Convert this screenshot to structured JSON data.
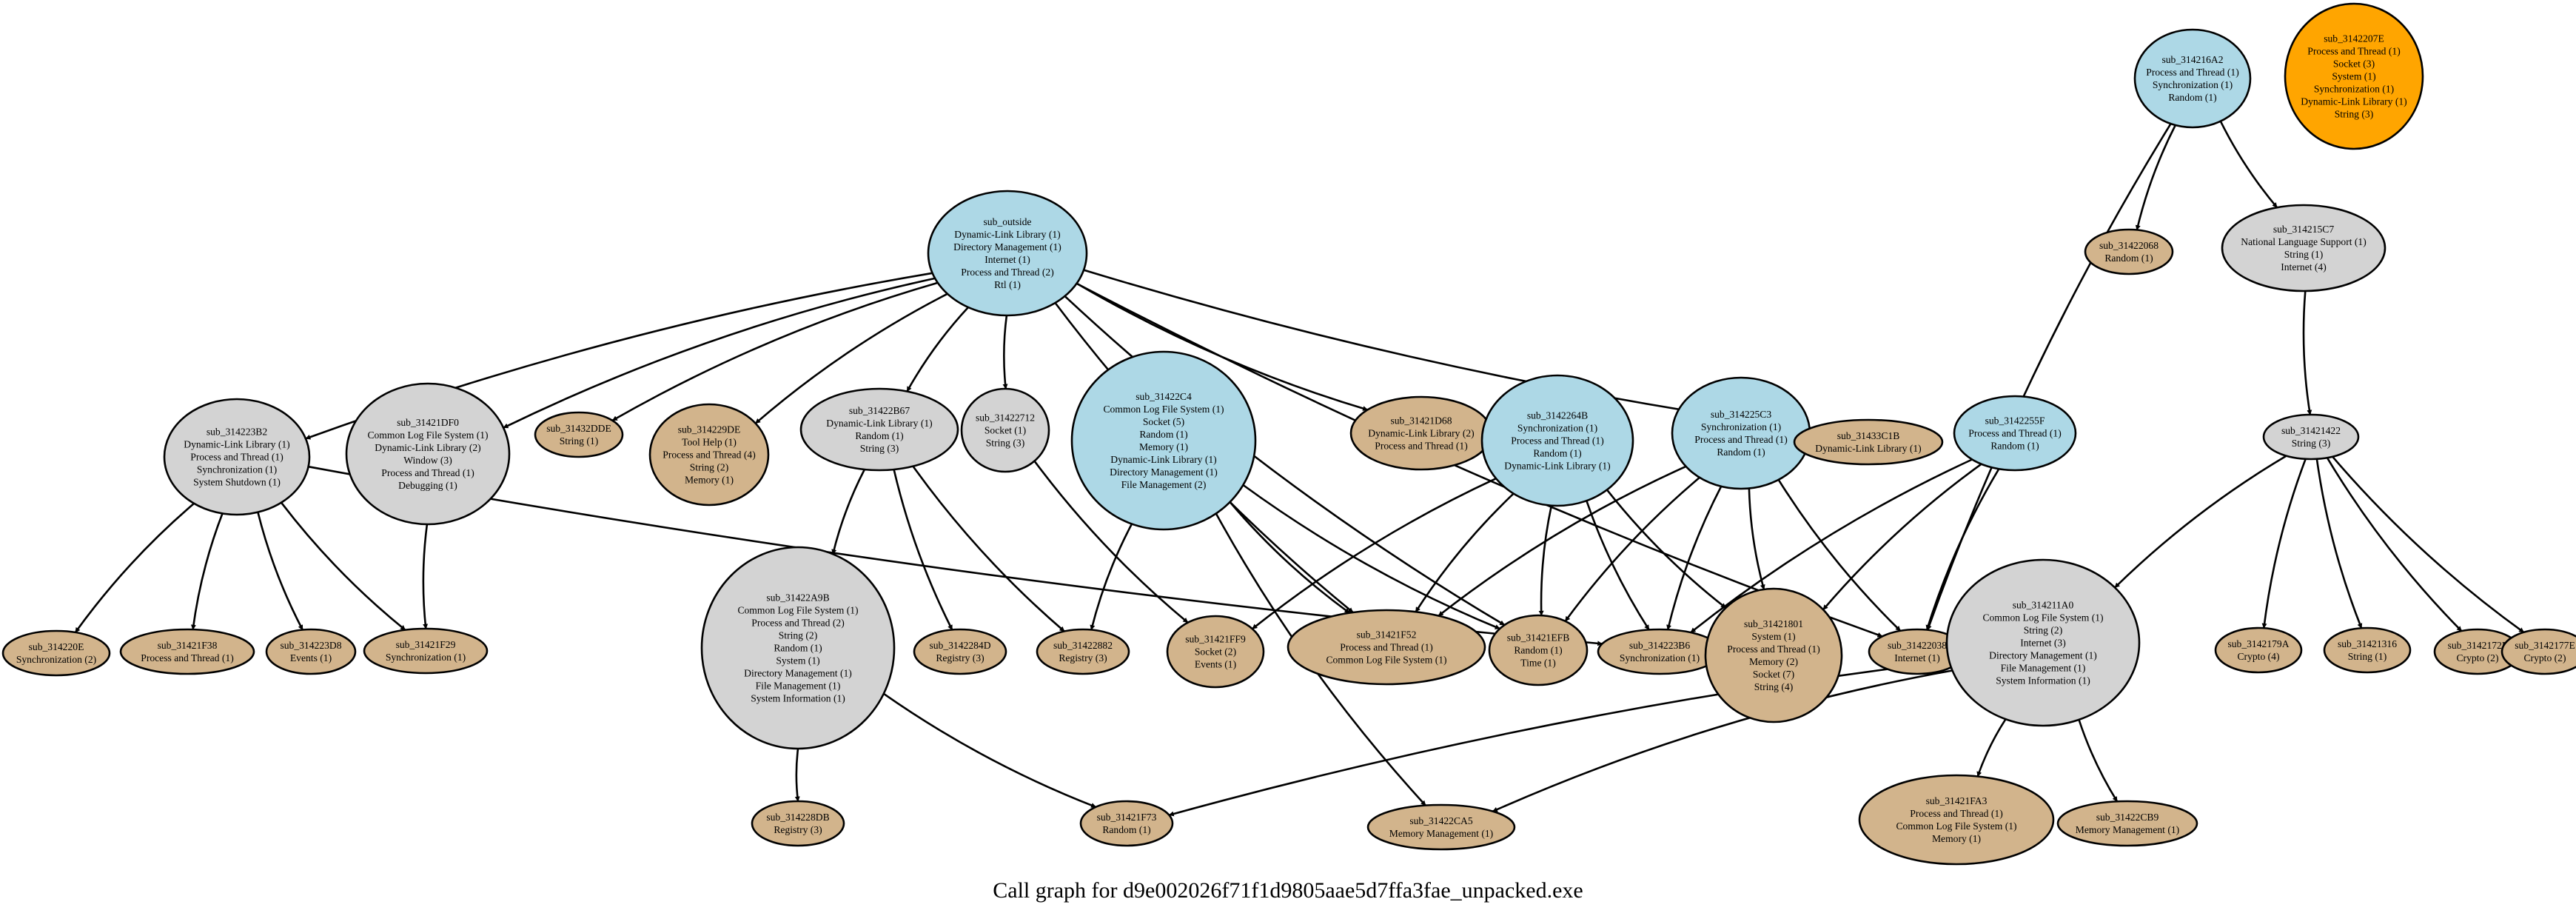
{
  "caption": "Call graph for d9e002026f71f1d9805aae5d7ffa3fae_unpacked.exe",
  "colors": {
    "entry": "#add8e6",
    "internal": "#d3d3d3",
    "leaf": "#d2b48c",
    "orphan": "#ffa500"
  },
  "nodes": [
    {
      "id": "sub_outside",
      "kind": "entry",
      "lines": [
        "sub_outside",
        "Dynamic-Link Library (1)",
        "Directory Management (1)",
        "Internet (1)",
        "Process and Thread (2)",
        "Rtl (1)"
      ]
    },
    {
      "id": "sub_314216A2",
      "kind": "entry",
      "lines": [
        "sub_314216A2",
        "Process and Thread (1)",
        "Synchronization (1)",
        "Random (1)"
      ]
    },
    {
      "id": "sub_3142207E",
      "kind": "orphan",
      "lines": [
        "sub_3142207E",
        "Process and Thread (1)",
        "Socket (3)",
        "System (1)",
        "Synchronization (1)",
        "Dynamic-Link Library (1)",
        "String (3)"
      ]
    },
    {
      "id": "sub_31422068",
      "kind": "leaf",
      "lines": [
        "sub_31422068",
        "Random (1)"
      ]
    },
    {
      "id": "sub_314215C7",
      "kind": "internal",
      "lines": [
        "sub_314215C7",
        "National Language Support (1)",
        "String (1)",
        "Internet (4)"
      ]
    },
    {
      "id": "sub_314223B2",
      "kind": "internal",
      "lines": [
        "sub_314223B2",
        "Dynamic-Link Library (1)",
        "Process and Thread (1)",
        "Synchronization (1)",
        "System Shutdown (1)"
      ]
    },
    {
      "id": "sub_31421DF0",
      "kind": "internal",
      "lines": [
        "sub_31421DF0",
        "Common Log File System (1)",
        "Dynamic-Link Library (2)",
        "Window (3)",
        "Process and Thread (1)",
        "Debugging (1)"
      ]
    },
    {
      "id": "sub_31432DDE",
      "kind": "leaf",
      "lines": [
        "sub_31432DDE",
        "String (1)"
      ]
    },
    {
      "id": "sub_314229DE",
      "kind": "leaf",
      "lines": [
        "sub_314229DE",
        "Tool Help (1)",
        "Process and Thread (4)",
        "String (2)",
        "Memory (1)"
      ]
    },
    {
      "id": "sub_31422B67",
      "kind": "internal",
      "lines": [
        "sub_31422B67",
        "Dynamic-Link Library (1)",
        "Random (1)",
        "String (3)"
      ]
    },
    {
      "id": "sub_31422712",
      "kind": "internal",
      "lines": [
        "sub_31422712",
        "Socket (1)",
        "String (3)"
      ]
    },
    {
      "id": "sub_31422C4",
      "kind": "entry",
      "lines": [
        "sub_31422C4",
        "Common Log File System (1)",
        "Socket (5)",
        "Random (1)",
        "Memory (1)",
        "Dynamic-Link Library (1)",
        "Directory Management (1)",
        "File Management (2)"
      ]
    },
    {
      "id": "sub_31421D68",
      "kind": "leaf",
      "lines": [
        "sub_31421D68",
        "Dynamic-Link Library (2)",
        "Process and Thread (1)"
      ]
    },
    {
      "id": "sub_3142264B",
      "kind": "entry",
      "lines": [
        "sub_3142264B",
        "Synchronization (1)",
        "Process and Thread (1)",
        "Random (1)",
        "Dynamic-Link Library (1)"
      ]
    },
    {
      "id": "sub_314225C3",
      "kind": "entry",
      "lines": [
        "sub_314225C3",
        "Synchronization (1)",
        "Process and Thread (1)",
        "Random (1)"
      ]
    },
    {
      "id": "sub_31433C1B",
      "kind": "leaf",
      "lines": [
        "sub_31433C1B",
        "Dynamic-Link Library (1)"
      ]
    },
    {
      "id": "sub_3142255F",
      "kind": "entry",
      "lines": [
        "sub_3142255F",
        "Process and Thread (1)",
        "Random (1)"
      ]
    },
    {
      "id": "sub_31421422",
      "kind": "internal",
      "lines": [
        "sub_31421422",
        "String (3)"
      ]
    },
    {
      "id": "sub_314220E",
      "kind": "leaf",
      "lines": [
        "sub_314220E",
        "Synchronization (2)"
      ]
    },
    {
      "id": "sub_31421F38",
      "kind": "leaf",
      "lines": [
        "sub_31421F38",
        "Process and Thread (1)"
      ]
    },
    {
      "id": "sub_314223D8",
      "kind": "leaf",
      "lines": [
        "sub_314223D8",
        "Events (1)"
      ]
    },
    {
      "id": "sub_31421F29",
      "kind": "leaf",
      "lines": [
        "sub_31421F29",
        "Synchronization (1)"
      ]
    },
    {
      "id": "sub_31422A9B",
      "kind": "internal",
      "lines": [
        "sub_31422A9B",
        "Common Log File System (1)",
        "Process and Thread (2)",
        "String (2)",
        "Random (1)",
        "System (1)",
        "Directory Management (1)",
        "File Management (1)",
        "System Information (1)"
      ]
    },
    {
      "id": "sub_3142284D",
      "kind": "leaf",
      "lines": [
        "sub_3142284D",
        "Registry (3)"
      ]
    },
    {
      "id": "sub_31422882",
      "kind": "leaf",
      "lines": [
        "sub_31422882",
        "Registry (3)"
      ]
    },
    {
      "id": "sub_31421FF9",
      "kind": "leaf",
      "lines": [
        "sub_31421FF9",
        "Socket (2)",
        "Events (1)"
      ]
    },
    {
      "id": "sub_31421F52",
      "kind": "leaf",
      "lines": [
        "sub_31421F52",
        "Process and Thread (1)",
        "Common Log File System (1)"
      ]
    },
    {
      "id": "sub_31421EFB",
      "kind": "leaf",
      "lines": [
        "sub_31421EFB",
        "Random (1)",
        "Time (1)"
      ]
    },
    {
      "id": "sub_314223B6",
      "kind": "leaf",
      "lines": [
        "sub_314223B6",
        "Synchronization (1)"
      ]
    },
    {
      "id": "sub_31421801",
      "kind": "leaf",
      "lines": [
        "sub_31421801",
        "System (1)",
        "Process and Thread (1)",
        "Memory (2)",
        "Socket (7)",
        "String (4)"
      ]
    },
    {
      "id": "sub_31422038",
      "kind": "leaf",
      "lines": [
        "sub_31422038",
        "Internet (1)"
      ]
    },
    {
      "id": "sub_314211A0",
      "kind": "internal",
      "lines": [
        "sub_314211A0",
        "Common Log File System (1)",
        "String (2)",
        "Internet (3)",
        "Directory Management (1)",
        "File Management (1)",
        "System Information (1)"
      ]
    },
    {
      "id": "sub_3142179A",
      "kind": "leaf",
      "lines": [
        "sub_3142179A",
        "Crypto (4)"
      ]
    },
    {
      "id": "sub_31421316",
      "kind": "leaf",
      "lines": [
        "sub_31421316",
        "String (1)"
      ]
    },
    {
      "id": "sub_3142172F",
      "kind": "leaf",
      "lines": [
        "sub_3142172F",
        "Crypto (2)"
      ]
    },
    {
      "id": "sub_3142177E",
      "kind": "leaf",
      "lines": [
        "sub_3142177E",
        "Crypto (2)"
      ]
    },
    {
      "id": "sub_314228DB",
      "kind": "leaf",
      "lines": [
        "sub_314228DB",
        "Registry (3)"
      ]
    },
    {
      "id": "sub_31421F73",
      "kind": "leaf",
      "lines": [
        "sub_31421F73",
        "Random (1)"
      ]
    },
    {
      "id": "sub_31422CA5",
      "kind": "leaf",
      "lines": [
        "sub_31422CA5",
        "Memory Management (1)"
      ]
    },
    {
      "id": "sub_31421FA3",
      "kind": "leaf",
      "lines": [
        "sub_31421FA3",
        "Process and Thread (1)",
        "Common Log File System (1)",
        "Memory (1)"
      ]
    },
    {
      "id": "sub_31422CB9",
      "kind": "leaf",
      "lines": [
        "sub_31422CB9",
        "Memory Management (1)"
      ]
    }
  ],
  "edges": [
    [
      "sub_outside",
      "sub_314223B2"
    ],
    [
      "sub_outside",
      "sub_31421DF0"
    ],
    [
      "sub_outside",
      "sub_31432DDE"
    ],
    [
      "sub_outside",
      "sub_314229DE"
    ],
    [
      "sub_outside",
      "sub_31422B67"
    ],
    [
      "sub_outside",
      "sub_31422712"
    ],
    [
      "sub_outside",
      "sub_31421F52"
    ],
    [
      "sub_outside",
      "sub_31421EFB"
    ],
    [
      "sub_outside",
      "sub_31421D68"
    ],
    [
      "sub_outside",
      "sub_31433C1B"
    ],
    [
      "sub_outside",
      "sub_31422038"
    ],
    [
      "sub_314216A2",
      "sub_31422068"
    ],
    [
      "sub_314216A2",
      "sub_314215C7"
    ],
    [
      "sub_314216A2",
      "sub_31422038"
    ],
    [
      "sub_314215C7",
      "sub_31421422"
    ],
    [
      "sub_314223B2",
      "sub_314220E"
    ],
    [
      "sub_314223B2",
      "sub_31421F38"
    ],
    [
      "sub_314223B2",
      "sub_314223D8"
    ],
    [
      "sub_314223B2",
      "sub_31421F29"
    ],
    [
      "sub_314223B2",
      "sub_314223B6"
    ],
    [
      "sub_31421DF0",
      "sub_31421F29"
    ],
    [
      "sub_31422B67",
      "sub_31422A9B"
    ],
    [
      "sub_31422B67",
      "sub_3142284D"
    ],
    [
      "sub_31422B67",
      "sub_31422882"
    ],
    [
      "sub_31422712",
      "sub_31421FF9"
    ],
    [
      "sub_31422C4",
      "sub_31422882"
    ],
    [
      "sub_31422C4",
      "sub_31421F52"
    ],
    [
      "sub_31422C4",
      "sub_31421EFB"
    ],
    [
      "sub_31422C4",
      "sub_31422CA5"
    ],
    [
      "sub_3142264B",
      "sub_31421FF9"
    ],
    [
      "sub_3142264B",
      "sub_31421F52"
    ],
    [
      "sub_3142264B",
      "sub_31421EFB"
    ],
    [
      "sub_3142264B",
      "sub_314223B6"
    ],
    [
      "sub_3142264B",
      "sub_31421801"
    ],
    [
      "sub_314225C3",
      "sub_31421F52"
    ],
    [
      "sub_314225C3",
      "sub_31421EFB"
    ],
    [
      "sub_314225C3",
      "sub_314223B6"
    ],
    [
      "sub_314225C3",
      "sub_31421801"
    ],
    [
      "sub_314225C3",
      "sub_31422038"
    ],
    [
      "sub_3142255F",
      "sub_314223B6"
    ],
    [
      "sub_3142255F",
      "sub_31421801"
    ],
    [
      "sub_3142255F",
      "sub_31422038"
    ],
    [
      "sub_31421422",
      "sub_314211A0"
    ],
    [
      "sub_31421422",
      "sub_3142179A"
    ],
    [
      "sub_31421422",
      "sub_31421316"
    ],
    [
      "sub_31421422",
      "sub_3142172F"
    ],
    [
      "sub_31421422",
      "sub_3142177E"
    ],
    [
      "sub_31422A9B",
      "sub_314228DB"
    ],
    [
      "sub_31422A9B",
      "sub_31421F73"
    ],
    [
      "sub_314211A0",
      "sub_31421F73"
    ],
    [
      "sub_314211A0",
      "sub_31422CA5"
    ],
    [
      "sub_314211A0",
      "sub_31421FA3"
    ],
    [
      "sub_314211A0",
      "sub_31422CB9"
    ]
  ]
}
